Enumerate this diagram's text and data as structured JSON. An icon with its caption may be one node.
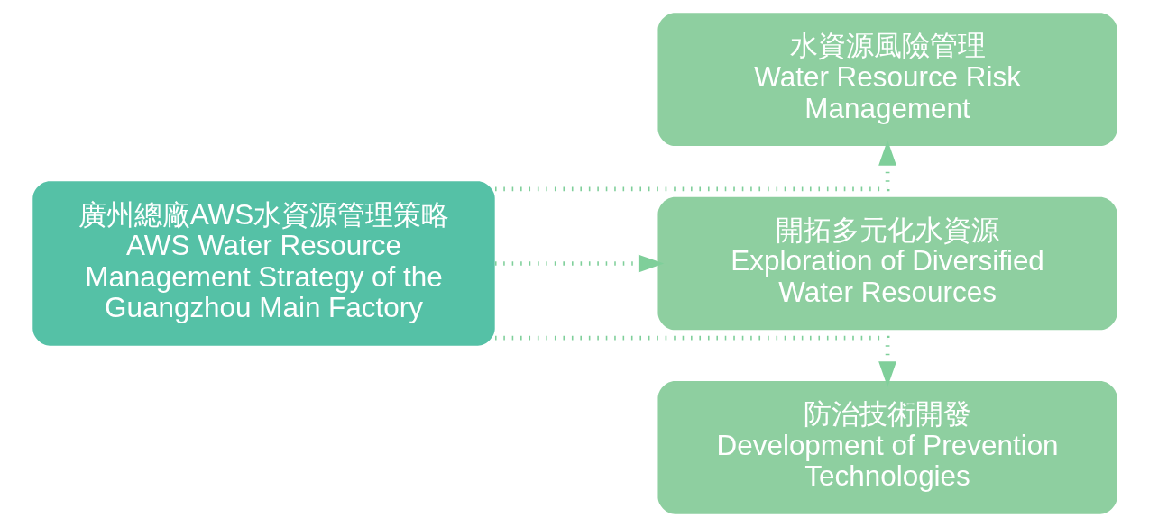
{
  "diagram": {
    "nodes": [
      {
        "text": [
          "廣州總廠AWS水資源管理策略",
          "AWS Water Resource Management Strategy of the Guangzhou Main Factory"
        ]
      },
      {
        "text": [
          "水資源風險管理",
          "Water Resource Risk Management"
        ]
      },
      {
        "text": [
          "開拓多元化水資源",
          "Exploration of Diversified Water Resources"
        ]
      },
      {
        "text": [
          "防治技術開發",
          "Development of Prevention Technologies"
        ]
      }
    ],
    "edges": [
      {
        "from": 0,
        "to": 1,
        "arrow": "to",
        "style": "dashed"
      },
      {
        "from": 0,
        "to": 2,
        "arrow": "to",
        "style": "dashed"
      },
      {
        "from": 0,
        "to": 3,
        "arrow": "to",
        "style": "dashed"
      }
    ]
  }
}
